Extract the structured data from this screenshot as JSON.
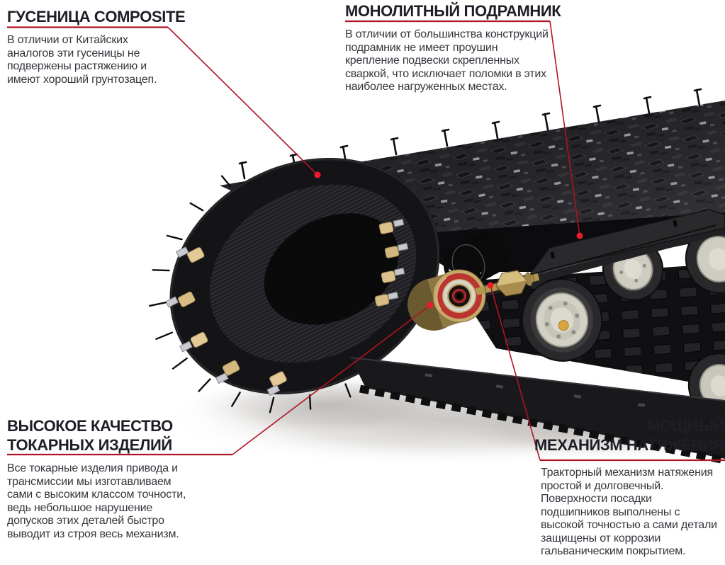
{
  "colors": {
    "background": "#ffffff",
    "heading": "#1e1e27",
    "body": "#35353d",
    "leader_line": "#b01226",
    "leader_dot": "#ec1b2d"
  },
  "illustration": {
    "name": "track-assembly-photo",
    "parts": [
      "composite-track",
      "monolithic-subframe",
      "idler-bearing",
      "tension-mechanism",
      "road-wheels"
    ]
  },
  "callouts": {
    "track": {
      "title": "ГУСЕНИЦА COMPOSITE",
      "body": "В отличии от Китайских\nаналогов эти гусеницы не\nподвержены растяжению и\nимеют хороший грунтозацеп."
    },
    "subframe": {
      "title": "МОНОЛИТНЫЙ ПОДРАМНИК",
      "body": "В отличии от большинства конструкций\nподрамник не имеет проушин\nкрепление подвески скрепленных\nсваркой, что исключает поломки в этих\nнаиболее нагруженных местах."
    },
    "machining": {
      "title": "ВЫСОКОЕ КАЧЕСТВО\nТОКАРНЫХ ИЗДЕЛИЙ",
      "body": "Все токарные изделия привода и\nтрансмиссии мы изготавливаем\nсами с высоким классом точности,\nведь небольшое нарушение\nдопусков этих деталей быстро\nвыводит из строя весь механизм."
    },
    "tensioner": {
      "title": "МОЩНЫЙ\nМЕХАНИЗМ НАТЯЖЕНИЯ",
      "body": "Тракторный механизм натяжения\nпростой и долговечный.\nПоверхности посадки\nподшипников выполнены с\nвысокой точностью а сами детали\nзащищены от коррозии\nгальваническим покрытием."
    }
  }
}
